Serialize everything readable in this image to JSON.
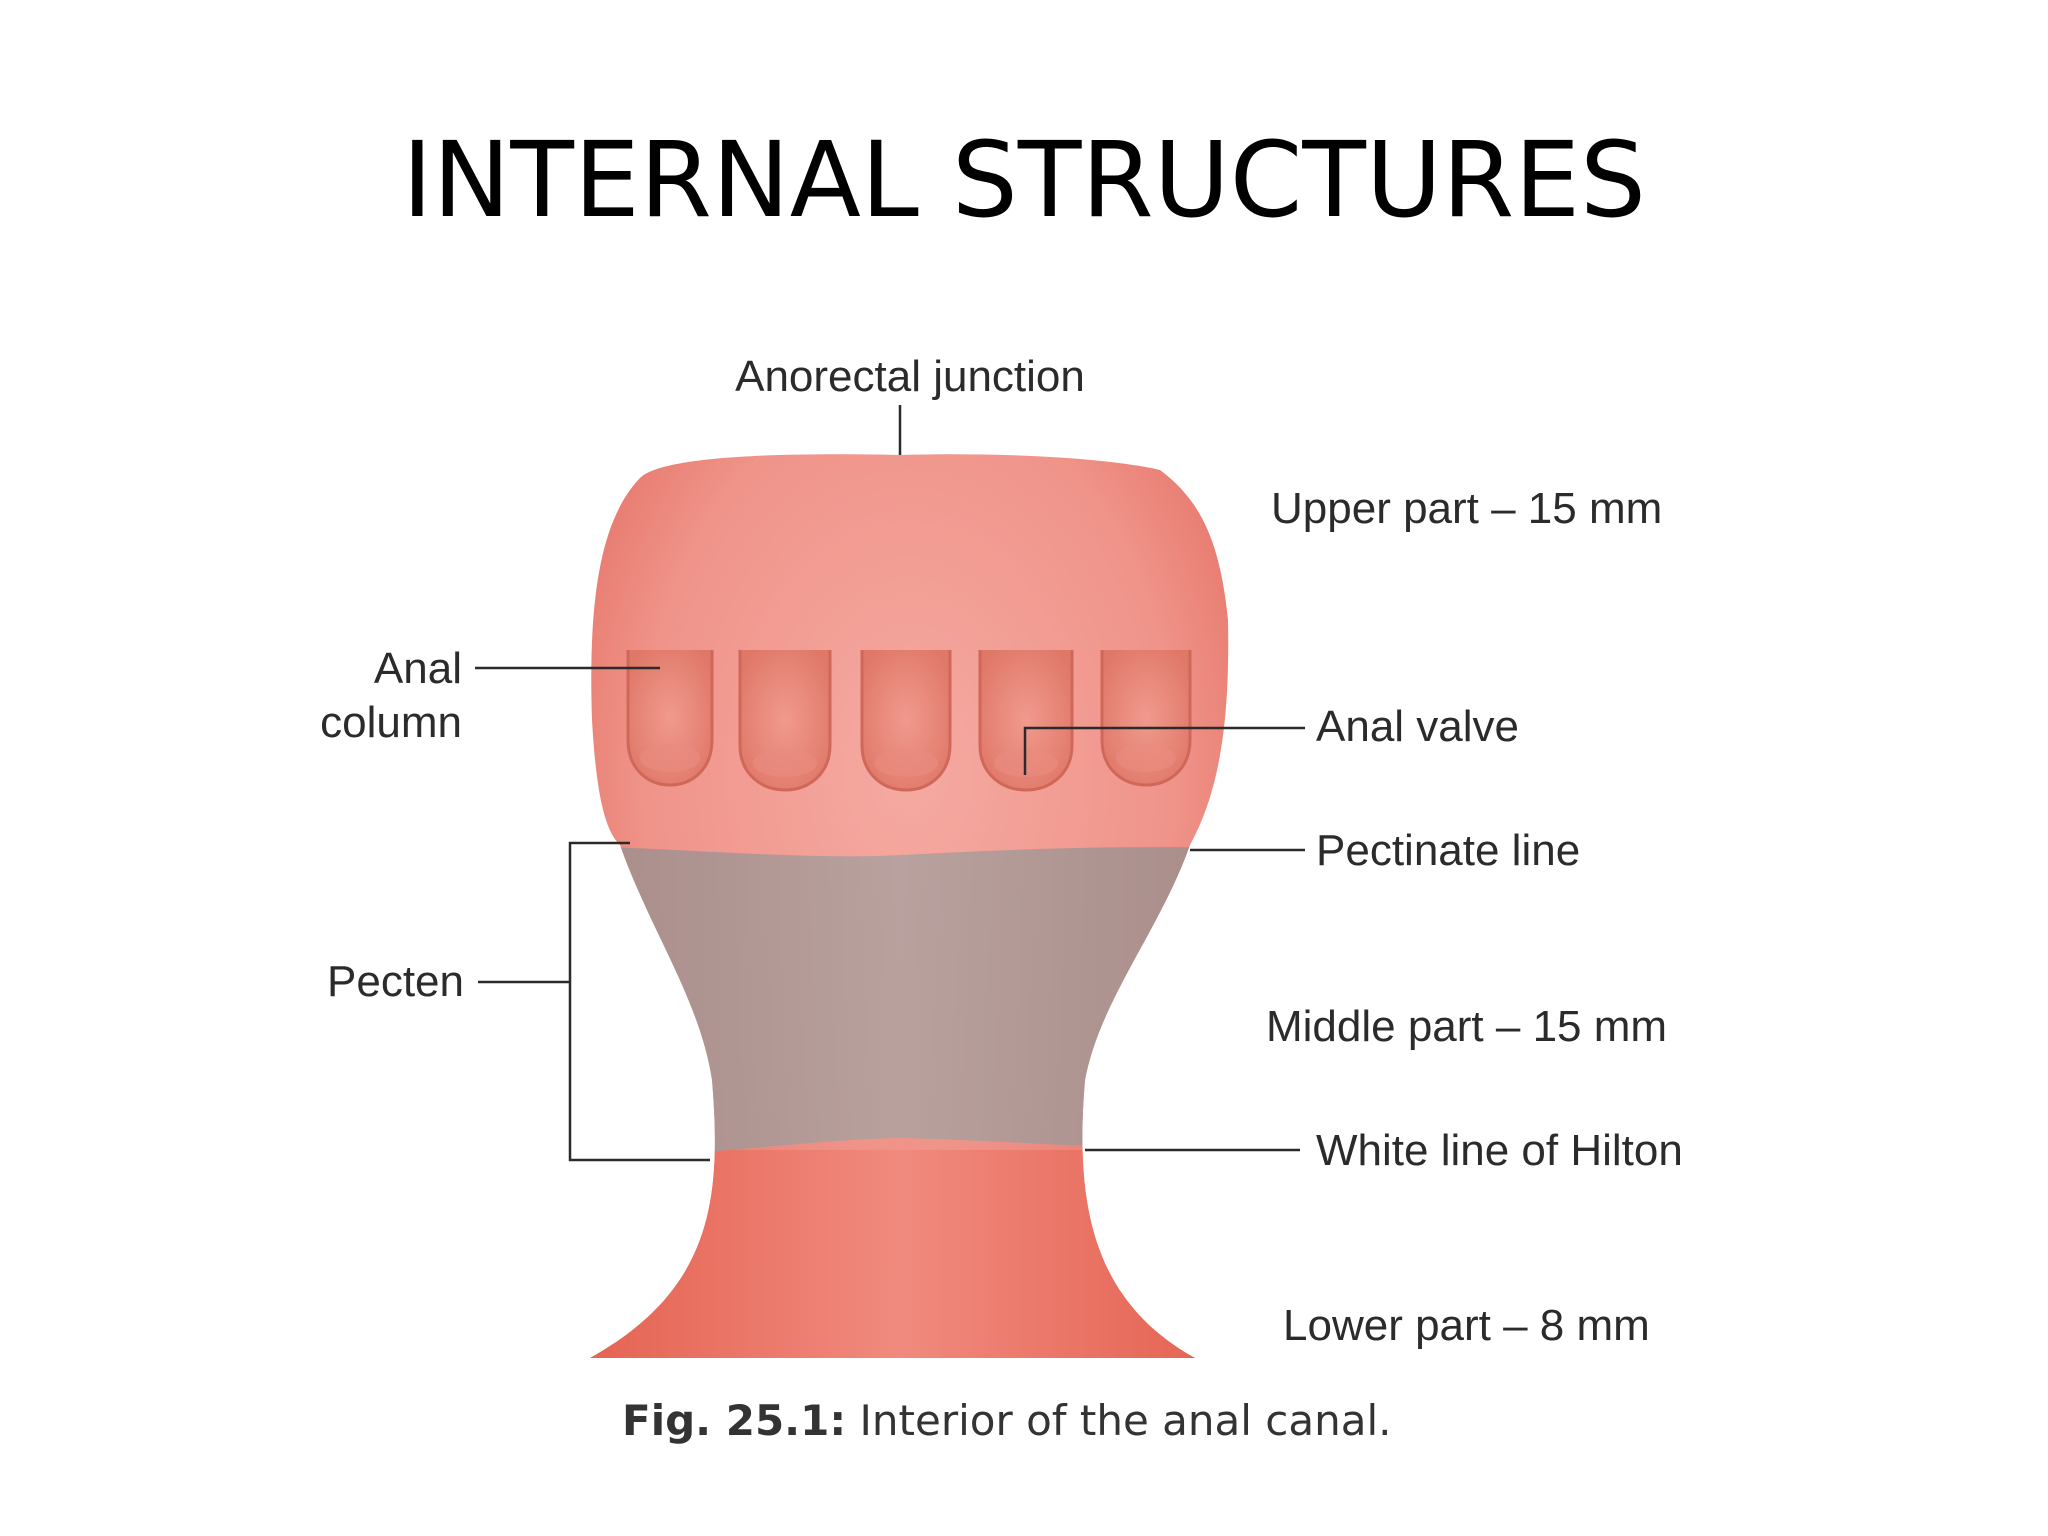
{
  "title": "INTERNAL STRUCTURES",
  "labels": {
    "anorectal_junction": "Anorectal junction",
    "upper_part": "Upper part – 15 mm",
    "anal_column_line1": "Anal",
    "anal_column_line2": "column",
    "anal_valve": "Anal valve",
    "pectinate_line": "Pectinate line",
    "pecten": "Pecten",
    "middle_part": "Middle part – 15 mm",
    "white_line": "White line of Hilton",
    "lower_part": "Lower part – 8 mm"
  },
  "caption": {
    "figure_number": "Fig. 25.1:",
    "text": " Interior of the anal canal."
  },
  "colors": {
    "tissue_dark": "#e8675a",
    "tissue_light": "#f4a59c",
    "pecten_band": "#b09b98",
    "label_text": "#2b2b2b",
    "leader_line": "#2b2b2b"
  }
}
